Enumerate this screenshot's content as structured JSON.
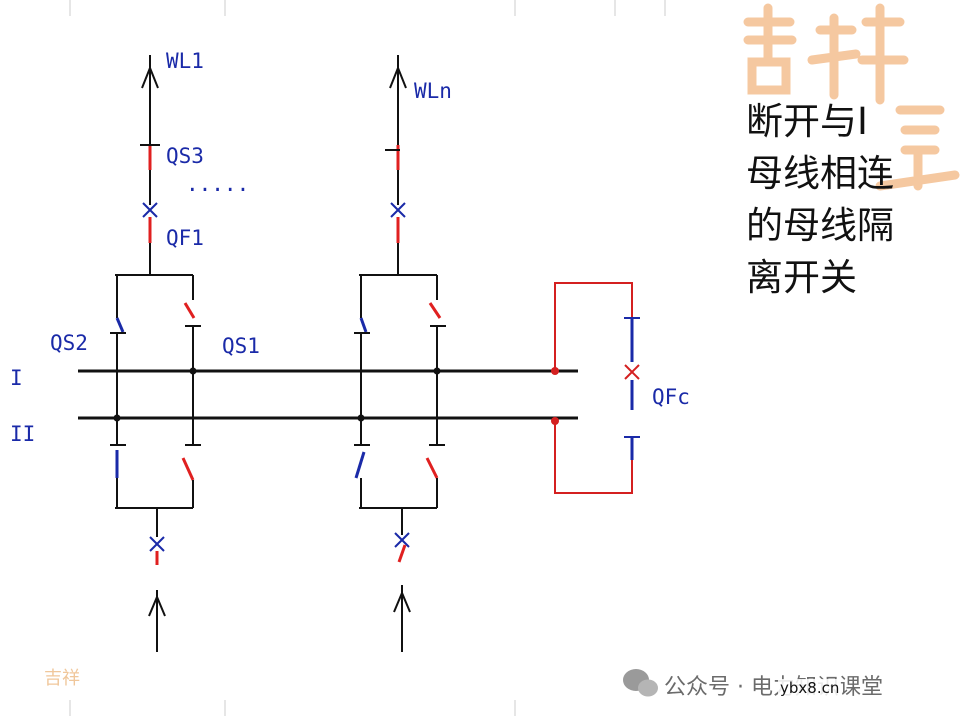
{
  "labels": {
    "wl1": "WL1",
    "wln": "WLn",
    "qs3": "QS3",
    "dots": ".....",
    "qf1": "QF1",
    "qs2": "QS2",
    "qs1": "QS1",
    "bus1": "I",
    "bus2": "II",
    "qfc": "QFc"
  },
  "title_lines": [
    "断开与I",
    "母线相连",
    "的母线隔",
    "离开关"
  ],
  "watermark": {
    "account": "公众号 · 电力知识课堂",
    "site": "ybx8.cn",
    "stamp": "吉祥"
  },
  "colors": {
    "line": "#111111",
    "switch": "#1a2aa8",
    "contact": "#e02020",
    "tie": "#d42020",
    "deco": "#f5c8a0"
  }
}
